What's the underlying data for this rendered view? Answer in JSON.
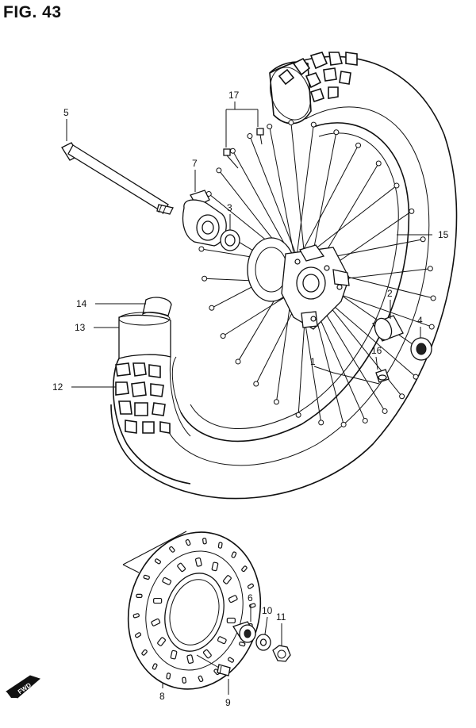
{
  "figure": {
    "title": "FIG. 43"
  },
  "callouts": [
    "1",
    "2",
    "3",
    "4",
    "5",
    "6",
    "7",
    "8",
    "9",
    "10",
    "11",
    "12",
    "13",
    "14",
    "15",
    "16",
    "17"
  ],
  "direction_badge": "FWD",
  "colors": {
    "ink": "#111111",
    "paper": "#ffffff"
  }
}
